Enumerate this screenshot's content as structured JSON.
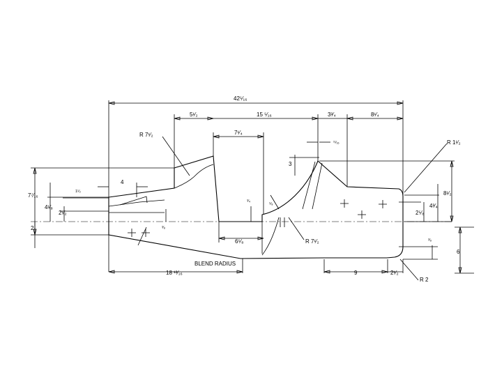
{
  "dims": {
    "overall": "42⁵⁄₁₆",
    "d5_5": "5¹⁄₂",
    "d15": "15 ⁵⁄₁₆",
    "d3_75": "3³⁄₄",
    "d8_25": "8¹⁄₄",
    "d7_25": "7¹⁄₄",
    "d11_16": "¹¹⁄₁₆",
    "d4": "4",
    "d3": "3",
    "d1_5": "1¹⁄₂",
    "d7_7": "7⁷⁄₁₆",
    "d4_1": "4¹⁄₈",
    "d2_5": "2¹⁄₂",
    "d2": "2",
    "d3_8a": "³⁄₈",
    "d3_4": "³⁄₄",
    "d5_8": "⁵⁄₈",
    "d6_5": "6⁵⁄₈",
    "d8_5": "8¹⁄₂",
    "d4_75": "4³⁄₄",
    "d2_58": "2⁵⁄₈",
    "d3_8b": "³⁄₈",
    "d6": "6",
    "d18": "18 ¹³⁄₁₆",
    "d9": "9",
    "d2_5b": "2¹⁄₂"
  },
  "labels": {
    "r7a": "R 7¹⁄₂",
    "r1": "R 1¹⁄₂",
    "r7b": "R 7¹⁄₂",
    "r2": "R 2",
    "blend": "BLEND RADIUS"
  }
}
